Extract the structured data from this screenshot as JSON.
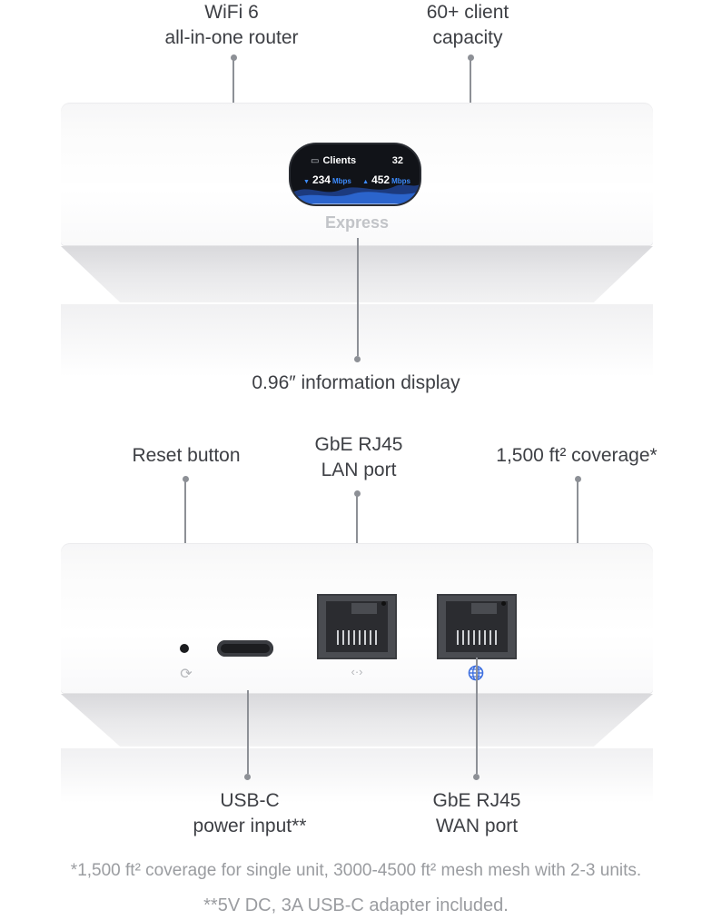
{
  "front_labels": {
    "wifi": [
      "WiFi 6",
      "all-in-one router"
    ],
    "clients": [
      "60+ client",
      "capacity"
    ],
    "display": "0.96″ information display"
  },
  "display_screen": {
    "clients_label": "Clients",
    "clients_count": "32",
    "down_value": "234",
    "down_unit": "Mbps",
    "up_value": "452",
    "up_unit": "Mbps"
  },
  "brand": "Express",
  "back_labels": {
    "reset": "Reset button",
    "lan": [
      "GbE RJ45",
      "LAN port"
    ],
    "coverage": "1,500 ft² coverage*",
    "usbc": [
      "USB-C",
      "power input**"
    ],
    "wan": [
      "GbE RJ45",
      "WAN port"
    ]
  },
  "icons": {
    "reset": "reset-icon",
    "lan": "lan-arrows-icon",
    "wan": "globe-icon"
  },
  "colors": {
    "accent_blue": "#3d8cff",
    "leader_line": "#8d9096",
    "footnote": "#9a9ca0"
  },
  "footnotes": [
    "*1,500 ft² coverage for single unit, 3000-4500 ft² mesh mesh with 2-3 units.",
    "**5V DC, 3A USB-C adapter included."
  ]
}
